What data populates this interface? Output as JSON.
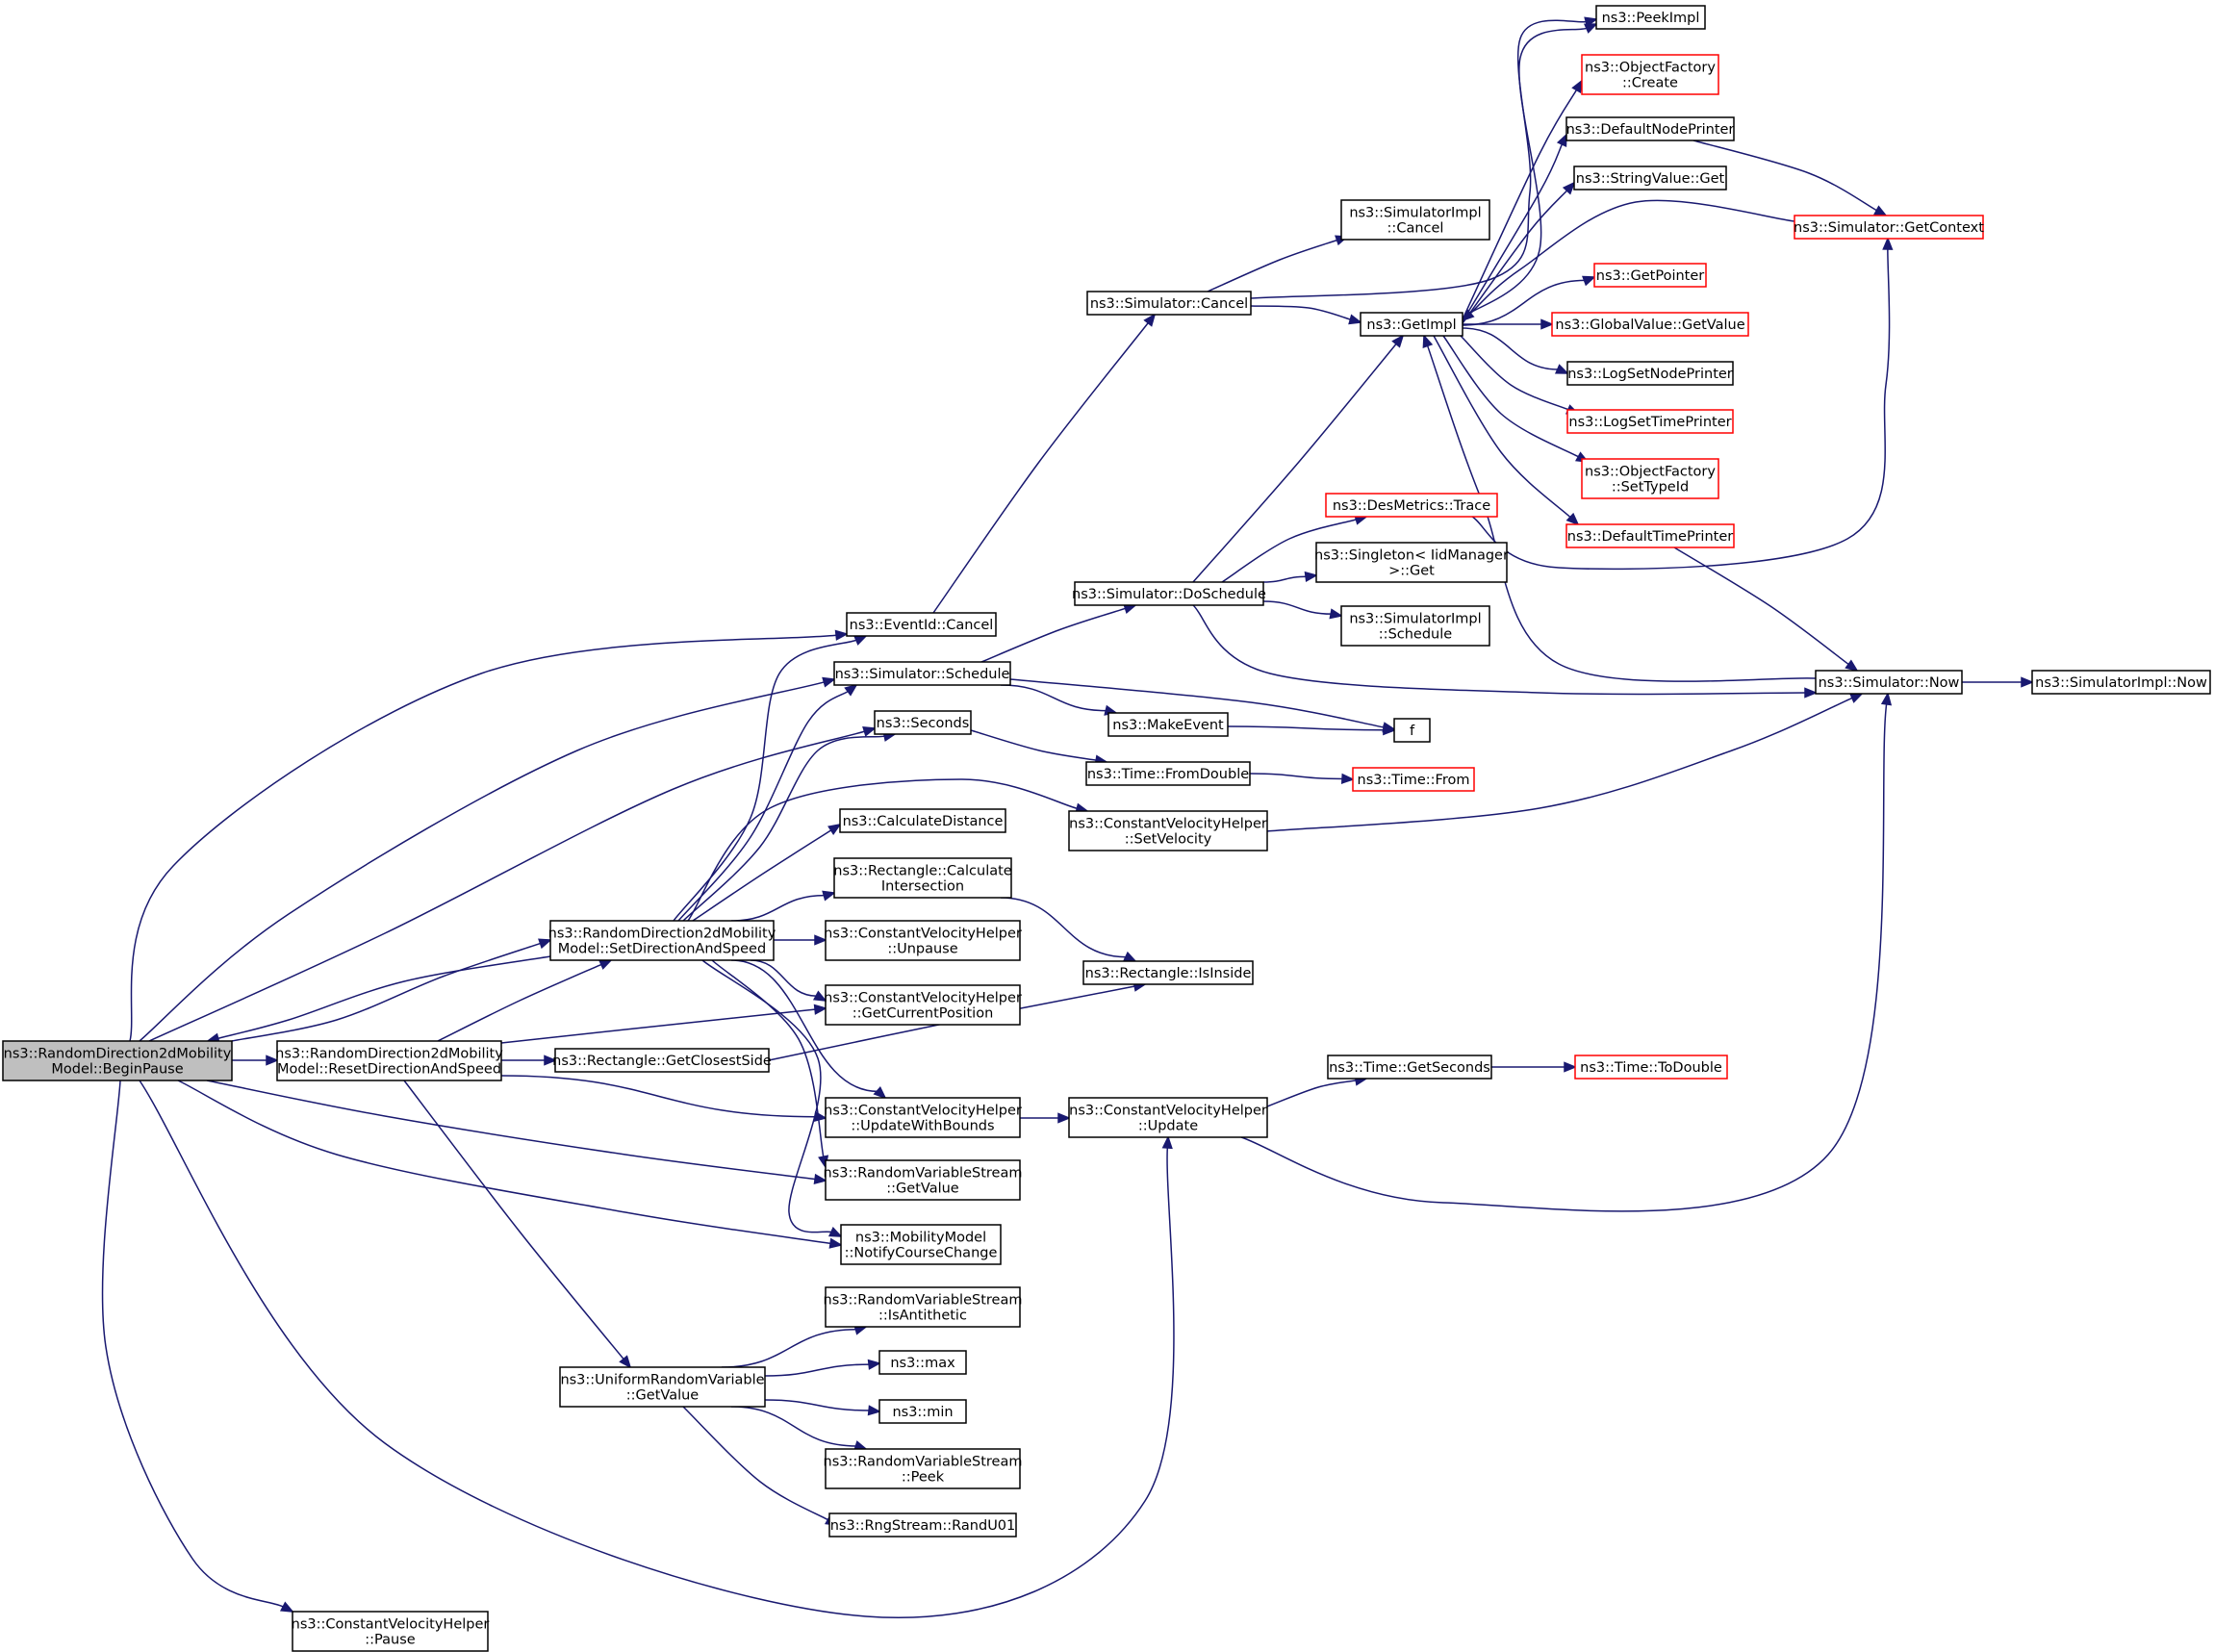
{
  "colors": {
    "edge": "#191970",
    "node_border": "#000000",
    "truncated_border": "#ff0000",
    "root_fill": "#bfbfbf",
    "node_fill": "#ffffff"
  },
  "nodes": {
    "root": {
      "lines": [
        "ns3::RandomDirection2dMobility",
        "Model::BeginPause"
      ],
      "kind": "root"
    },
    "eventid_cancel": {
      "lines": [
        "ns3::EventId::Cancel"
      ],
      "kind": "normal"
    },
    "sim_schedule": {
      "lines": [
        "ns3::Simulator::Schedule"
      ],
      "kind": "normal"
    },
    "seconds": {
      "lines": [
        "ns3::Seconds"
      ],
      "kind": "normal"
    },
    "set_dir_speed": {
      "lines": [
        "ns3::RandomDirection2dMobility",
        "Model::SetDirectionAndSpeed"
      ],
      "kind": "normal"
    },
    "reset_dir_speed": {
      "lines": [
        "ns3::RandomDirection2dMobility",
        "Model::ResetDirectionAndSpeed"
      ],
      "kind": "normal"
    },
    "rect_closest_side": {
      "lines": [
        "ns3::Rectangle::GetClosestSide"
      ],
      "kind": "normal"
    },
    "cvh_update_bounds": {
      "lines": [
        "ns3::ConstantVelocityHelper",
        "::UpdateWithBounds"
      ],
      "kind": "normal"
    },
    "rvs_getvalue": {
      "lines": [
        "ns3::RandomVariableStream",
        "::GetValue"
      ],
      "kind": "normal"
    },
    "mm_notify": {
      "lines": [
        "ns3::MobilityModel",
        "::NotifyCourseChange"
      ],
      "kind": "normal"
    },
    "urv_getvalue": {
      "lines": [
        "ns3::UniformRandomVariable",
        "::GetValue"
      ],
      "kind": "normal"
    },
    "cvh_pause": {
      "lines": [
        "ns3::ConstantVelocityHelper",
        "::Pause"
      ],
      "kind": "normal"
    },
    "cvh_update": {
      "lines": [
        "ns3::ConstantVelocityHelper",
        "::Update"
      ],
      "kind": "normal"
    },
    "sim_cancel": {
      "lines": [
        "ns3::Simulator::Cancel"
      ],
      "kind": "normal"
    },
    "sim_doschedule": {
      "lines": [
        "ns3::Simulator::DoSchedule"
      ],
      "kind": "normal"
    },
    "makeevent": {
      "lines": [
        "ns3::MakeEvent"
      ],
      "kind": "normal"
    },
    "f": {
      "lines": [
        "f"
      ],
      "kind": "normal"
    },
    "time_fromdouble": {
      "lines": [
        "ns3::Time::FromDouble"
      ],
      "kind": "normal"
    },
    "time_from": {
      "lines": [
        "ns3::Time::From"
      ],
      "kind": "truncated"
    },
    "calc_distance": {
      "lines": [
        "ns3::CalculateDistance"
      ],
      "kind": "normal"
    },
    "cvh_setvelocity": {
      "lines": [
        "ns3::ConstantVelocityHelper",
        "::SetVelocity"
      ],
      "kind": "normal"
    },
    "rect_calc_intersection": {
      "lines": [
        "ns3::Rectangle::Calculate",
        "Intersection"
      ],
      "kind": "normal"
    },
    "cvh_unpause": {
      "lines": [
        "ns3::ConstantVelocityHelper",
        "::Unpause"
      ],
      "kind": "normal"
    },
    "cvh_getpos": {
      "lines": [
        "ns3::ConstantVelocityHelper",
        "::GetCurrentPosition"
      ],
      "kind": "normal"
    },
    "rect_isinside": {
      "lines": [
        "ns3::Rectangle::IsInside"
      ],
      "kind": "normal"
    },
    "time_getseconds": {
      "lines": [
        "ns3::Time::GetSeconds"
      ],
      "kind": "normal"
    },
    "time_todouble": {
      "lines": [
        "ns3::Time::ToDouble"
      ],
      "kind": "truncated"
    },
    "rvs_isantithetic": {
      "lines": [
        "ns3::RandomVariableStream",
        "::IsAntithetic"
      ],
      "kind": "normal"
    },
    "max": {
      "lines": [
        "ns3::max"
      ],
      "kind": "normal"
    },
    "min": {
      "lines": [
        "ns3::min"
      ],
      "kind": "normal"
    },
    "rvs_peek": {
      "lines": [
        "ns3::RandomVariableStream",
        "::Peek"
      ],
      "kind": "normal"
    },
    "rng_randu01": {
      "lines": [
        "ns3::RngStream::RandU01"
      ],
      "kind": "normal"
    },
    "simimpl_cancel": {
      "lines": [
        "ns3::SimulatorImpl",
        "::Cancel"
      ],
      "kind": "normal"
    },
    "getimpl": {
      "lines": [
        "ns3::GetImpl"
      ],
      "kind": "normal"
    },
    "desmetrics_trace": {
      "lines": [
        "ns3::DesMetrics::Trace"
      ],
      "kind": "truncated"
    },
    "singleton_get": {
      "lines": [
        "ns3::Singleton< IidManager",
        ">::Get"
      ],
      "kind": "normal"
    },
    "simimpl_schedule": {
      "lines": [
        "ns3::SimulatorImpl",
        "::Schedule"
      ],
      "kind": "normal"
    },
    "sim_now": {
      "lines": [
        "ns3::Simulator::Now"
      ],
      "kind": "normal"
    },
    "simimpl_now": {
      "lines": [
        "ns3::SimulatorImpl::Now"
      ],
      "kind": "normal"
    },
    "peekimpl": {
      "lines": [
        "ns3::PeekImpl"
      ],
      "kind": "normal"
    },
    "objfactory_create": {
      "lines": [
        "ns3::ObjectFactory",
        "::Create"
      ],
      "kind": "truncated"
    },
    "default_node_printer": {
      "lines": [
        "ns3::DefaultNodePrinter"
      ],
      "kind": "normal"
    },
    "stringvalue_get": {
      "lines": [
        "ns3::StringValue::Get"
      ],
      "kind": "normal"
    },
    "sim_getcontext": {
      "lines": [
        "ns3::Simulator::GetContext"
      ],
      "kind": "truncated"
    },
    "getpointer": {
      "lines": [
        "ns3::GetPointer"
      ],
      "kind": "truncated"
    },
    "globalvalue_getvalue": {
      "lines": [
        "ns3::GlobalValue::GetValue"
      ],
      "kind": "truncated"
    },
    "log_set_node_printer": {
      "lines": [
        "ns3::LogSetNodePrinter"
      ],
      "kind": "normal"
    },
    "log_set_time_printer": {
      "lines": [
        "ns3::LogSetTimePrinter"
      ],
      "kind": "truncated"
    },
    "objfactory_settypeid": {
      "lines": [
        "ns3::ObjectFactory",
        "::SetTypeId"
      ],
      "kind": "truncated"
    },
    "default_time_printer": {
      "lines": [
        "ns3::DefaultTimePrinter"
      ],
      "kind": "truncated"
    }
  },
  "edges": [
    [
      "root",
      "eventid_cancel"
    ],
    [
      "root",
      "sim_schedule"
    ],
    [
      "root",
      "seconds"
    ],
    [
      "root",
      "set_dir_speed"
    ],
    [
      "root",
      "reset_dir_speed"
    ],
    [
      "root",
      "rvs_getvalue"
    ],
    [
      "root",
      "mm_notify"
    ],
    [
      "root",
      "cvh_update"
    ],
    [
      "root",
      "cvh_pause"
    ],
    [
      "set_dir_speed",
      "root"
    ],
    [
      "set_dir_speed",
      "eventid_cancel"
    ],
    [
      "set_dir_speed",
      "sim_schedule"
    ],
    [
      "set_dir_speed",
      "seconds"
    ],
    [
      "set_dir_speed",
      "calc_distance"
    ],
    [
      "set_dir_speed",
      "cvh_setvelocity"
    ],
    [
      "set_dir_speed",
      "rect_calc_intersection"
    ],
    [
      "set_dir_speed",
      "cvh_unpause"
    ],
    [
      "set_dir_speed",
      "cvh_getpos"
    ],
    [
      "set_dir_speed",
      "cvh_update_bounds"
    ],
    [
      "set_dir_speed",
      "rvs_getvalue"
    ],
    [
      "set_dir_speed",
      "mm_notify"
    ],
    [
      "reset_dir_speed",
      "set_dir_speed"
    ],
    [
      "reset_dir_speed",
      "cvh_getpos"
    ],
    [
      "reset_dir_speed",
      "rect_closest_side"
    ],
    [
      "reset_dir_speed",
      "cvh_update_bounds"
    ],
    [
      "reset_dir_speed",
      "urv_getvalue"
    ],
    [
      "rect_closest_side",
      "rect_isinside"
    ],
    [
      "rect_calc_intersection",
      "rect_isinside"
    ],
    [
      "cvh_update_bounds",
      "cvh_update"
    ],
    [
      "urv_getvalue",
      "rvs_isantithetic"
    ],
    [
      "urv_getvalue",
      "max"
    ],
    [
      "urv_getvalue",
      "min"
    ],
    [
      "urv_getvalue",
      "rvs_peek"
    ],
    [
      "urv_getvalue",
      "rng_randu01"
    ],
    [
      "eventid_cancel",
      "sim_cancel"
    ],
    [
      "sim_schedule",
      "sim_doschedule"
    ],
    [
      "sim_schedule",
      "makeevent"
    ],
    [
      "sim_schedule",
      "f"
    ],
    [
      "makeevent",
      "f"
    ],
    [
      "seconds",
      "time_fromdouble"
    ],
    [
      "time_fromdouble",
      "time_from"
    ],
    [
      "cvh_setvelocity",
      "sim_now"
    ],
    [
      "cvh_update",
      "time_getseconds"
    ],
    [
      "cvh_update",
      "sim_now"
    ],
    [
      "time_getseconds",
      "time_todouble"
    ],
    [
      "sim_cancel",
      "simimpl_cancel"
    ],
    [
      "sim_cancel",
      "getimpl"
    ],
    [
      "sim_cancel",
      "peekimpl"
    ],
    [
      "sim_doschedule",
      "getimpl"
    ],
    [
      "sim_doschedule",
      "desmetrics_trace"
    ],
    [
      "sim_doschedule",
      "singleton_get"
    ],
    [
      "sim_doschedule",
      "simimpl_schedule"
    ],
    [
      "sim_doschedule",
      "sim_now"
    ],
    [
      "desmetrics_trace",
      "sim_getcontext"
    ],
    [
      "sim_now",
      "getimpl"
    ],
    [
      "sim_now",
      "simimpl_now"
    ],
    [
      "getimpl",
      "peekimpl"
    ],
    [
      "getimpl",
      "objfactory_create"
    ],
    [
      "getimpl",
      "default_node_printer"
    ],
    [
      "getimpl",
      "stringvalue_get"
    ],
    [
      "getimpl",
      "getpointer"
    ],
    [
      "getimpl",
      "globalvalue_getvalue"
    ],
    [
      "getimpl",
      "log_set_node_printer"
    ],
    [
      "getimpl",
      "log_set_time_printer"
    ],
    [
      "getimpl",
      "objfactory_settypeid"
    ],
    [
      "getimpl",
      "default_time_printer"
    ],
    [
      "sim_getcontext",
      "getimpl"
    ],
    [
      "default_node_printer",
      "sim_getcontext"
    ],
    [
      "default_time_printer",
      "sim_now"
    ],
    [
      "sim_getcontext",
      "getimpl"
    ]
  ]
}
